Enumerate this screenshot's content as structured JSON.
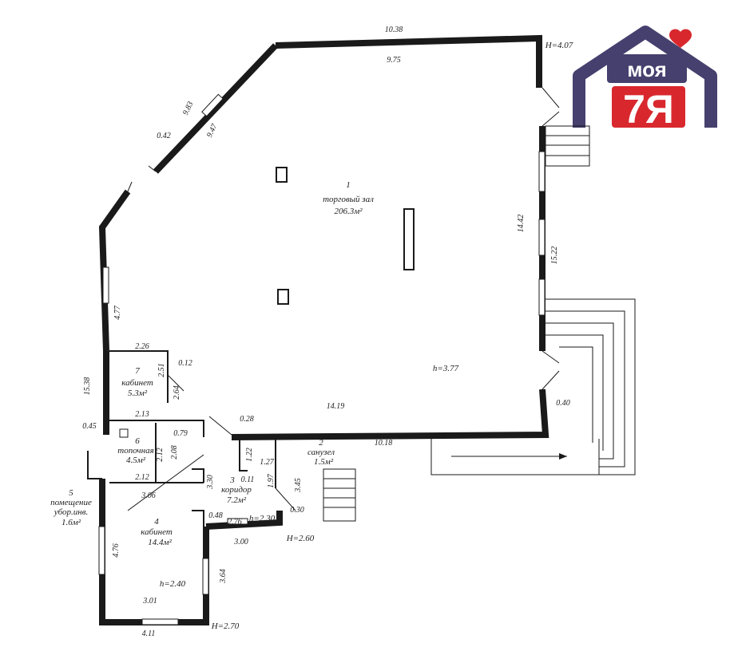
{
  "logo": {
    "word1": "моя",
    "word2": "7Я",
    "colors": {
      "house": "#46406e",
      "red": "#d8282e",
      "heart": "#d8282e"
    }
  },
  "rooms": [
    {
      "number": "1",
      "name": "торговый зал",
      "area": "206.3м²"
    },
    {
      "number": "2",
      "name": "санузел",
      "area": "1.5м²"
    },
    {
      "number": "3",
      "name": "коридор",
      "area": "7.2м²"
    },
    {
      "number": "4",
      "name": "кабинет",
      "area": "14.4м²"
    },
    {
      "number": "5",
      "name": "помещение",
      "name2": "убор.инв.",
      "area": "1.6м²"
    },
    {
      "number": "6",
      "name": "топочная",
      "area": "4.5м²"
    },
    {
      "number": "7",
      "name": "кабинет",
      "area": "5.3м²"
    }
  ],
  "heights": {
    "h_main": "h=3.77",
    "h_office": "h=2.40",
    "h_corr": "h=2.30",
    "H1": "H=4.07",
    "H2": "H=2.60",
    "H3": "H=2.70"
  },
  "dimensions": {
    "top_outer": "10.38",
    "top_inner": "9.75",
    "diag_outer": "9.83",
    "diag_inner": "9.47",
    "diag_small": "0.42",
    "right_inner": "14.42",
    "right_outer": "15.22",
    "left_upper": "4.77",
    "left_outer": "15.38",
    "left_045": "0.45",
    "r7_top": "2.26",
    "r7_side": "2.51",
    "r7_012": "0.12",
    "r7_264": "2.64",
    "r6_top": "2.13",
    "r6_079": "0.79",
    "r6_212": "2.12",
    "r6_208": "2.08",
    "r5_212": "2.12",
    "r4_306": "3.06",
    "r4_476": "4.76",
    "r4_301": "3.01",
    "r4_411": "4.11",
    "r4_330": "3.30",
    "r4_048": "0.48",
    "r4_276": "2.76",
    "r4_300": "3.00",
    "r4_364": "3.64",
    "main_bottom_inner": "14.19",
    "main_bottom_outer": "10.18",
    "d028": "0.28",
    "d040": "0.40",
    "d122": "1.22",
    "d127": "1.27",
    "d011": "0.11",
    "d197": "1.97",
    "d345": "3.45",
    "d030": "0.30"
  }
}
